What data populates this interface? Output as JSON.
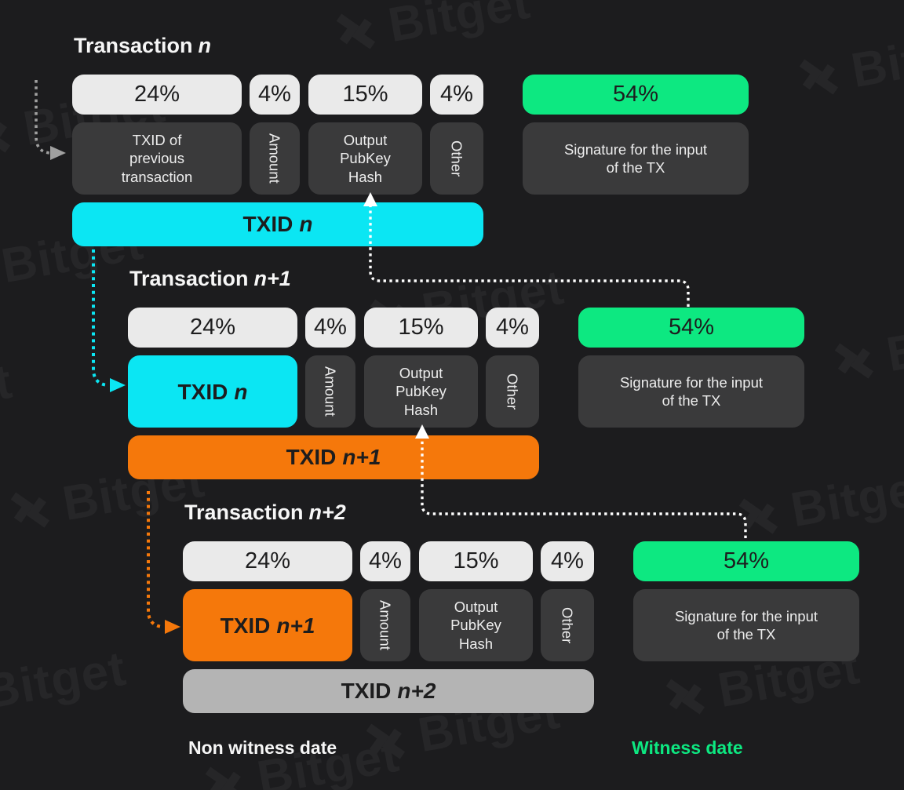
{
  "watermark": {
    "text": "Bitget"
  },
  "colors": {
    "background": "#1c1c1e",
    "watermark": "#262628",
    "cyan": "#0be6f3",
    "orange": "#f5780b",
    "green": "#0de881",
    "light": "#eaeaea",
    "dark": "#3a3a3b",
    "gray": "#b4b4b4"
  },
  "transactions": [
    {
      "title_main": "Transaction",
      "title_var": "n",
      "percents": {
        "p1": "24%",
        "p2": "4%",
        "p3": "15%",
        "p4": "4%",
        "sig": "54%"
      },
      "fields": {
        "first": "TXID of previous transaction",
        "amount": "Amount",
        "output": "Output PubKey Hash",
        "other": "Other",
        "signature": "Signature for the input of the TX"
      },
      "txid_bar": {
        "main": "TXID",
        "var": "n"
      }
    },
    {
      "title_main": "Transaction",
      "title_var": "n+1",
      "percents": {
        "p1": "24%",
        "p2": "4%",
        "p3": "15%",
        "p4": "4%",
        "sig": "54%"
      },
      "fields": {
        "first_main": "TXID",
        "first_var": "n",
        "amount": "Amount",
        "output": "Output PubKey Hash",
        "other": "Other",
        "signature": "Signature for the input of the TX"
      },
      "txid_bar": {
        "main": "TXID",
        "var": "n+1"
      }
    },
    {
      "title_main": "Transaction",
      "title_var": "n+2",
      "percents": {
        "p1": "24%",
        "p2": "4%",
        "p3": "15%",
        "p4": "4%",
        "sig": "54%"
      },
      "fields": {
        "first_main": "TXID",
        "first_var": "n+1",
        "amount": "Amount",
        "output": "Output PubKey Hash",
        "other": "Other",
        "signature": "Signature for the input of the TX"
      },
      "txid_bar": {
        "main": "TXID",
        "var": "n+2"
      }
    }
  ],
  "legend": {
    "non_witness": "Non witness date",
    "witness": "Witness date"
  }
}
